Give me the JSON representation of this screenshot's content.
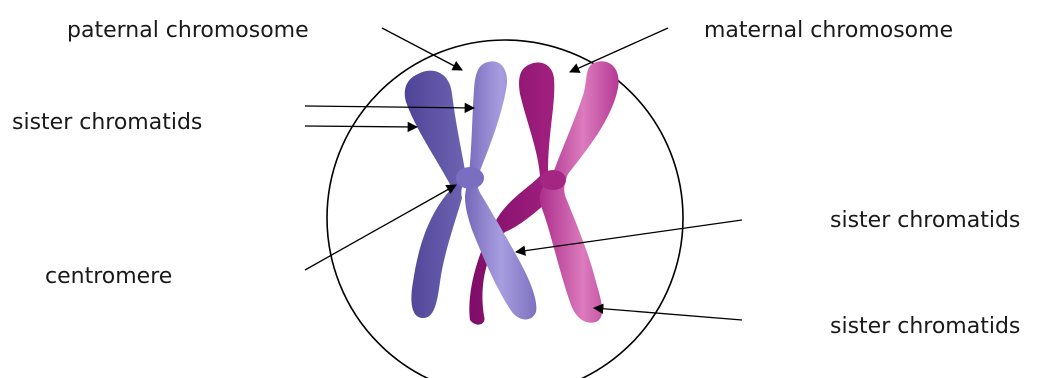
{
  "labels": {
    "paternal": "paternal chromosome",
    "maternal": "maternal chromosome",
    "sister_left": "sister chromatids",
    "centromere": "centromere",
    "sister_right_top": "sister chromatids",
    "sister_right_bottom": "sister chromatids"
  },
  "colors": {
    "paternal_dark": "#5b4fa0",
    "paternal_light": "#8a7fc4",
    "maternal_dark": "#93197a",
    "maternal_light": "#c2469c",
    "outline": "#000000"
  }
}
